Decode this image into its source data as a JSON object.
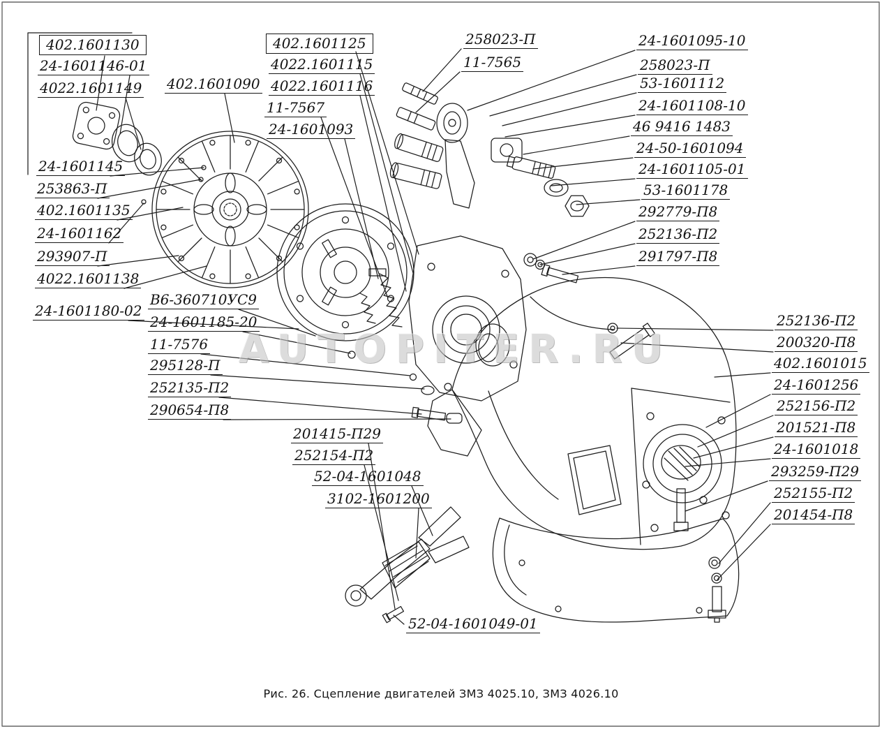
{
  "diagram": {
    "caption": "Рис. 26. Сцепление двигателей  ЗМЗ 4025.10, ЗМЗ 4026.10",
    "watermark": "AUTOPITER.RU",
    "line_color": "#1c1c1c",
    "background": "#ffffff"
  },
  "labels": [
    "402.1601130",
    "24-1601146-01",
    "4022.1601149",
    "402.1601090",
    "24-1601145",
    "253863-П",
    "402.1601135",
    "24-1601162",
    "293907-П",
    "4022.1601138",
    "24-1601180-02",
    "В6-360710УС9",
    "24-1601185-20",
    "11-7576",
    "295128-П",
    "252135-П2",
    "290654-П8",
    "201415-П29",
    "252154-П2",
    "52-04-1601048",
    "3102-1601200",
    "52-04-1601049-01",
    "402.1601125",
    "4022.1601115",
    "4022.1601116",
    "11-7567",
    "24-1601093",
    "258023-П",
    "11-7565",
    "24-1601095-10",
    "258023-П",
    "53-1601112",
    "24-1601108-10",
    "46 9416 1483",
    "24-50-1601094",
    "24-1601105-01",
    "53-1601178",
    "292779-П8",
    "252136-П2",
    "291797-П8",
    "252136-П2",
    "200320-П8",
    "402.1601015",
    "24-1601256",
    "252156-П2",
    "201521-П8",
    "24-1601018",
    "293259-П29",
    "252155-П2",
    "201454-П8"
  ]
}
